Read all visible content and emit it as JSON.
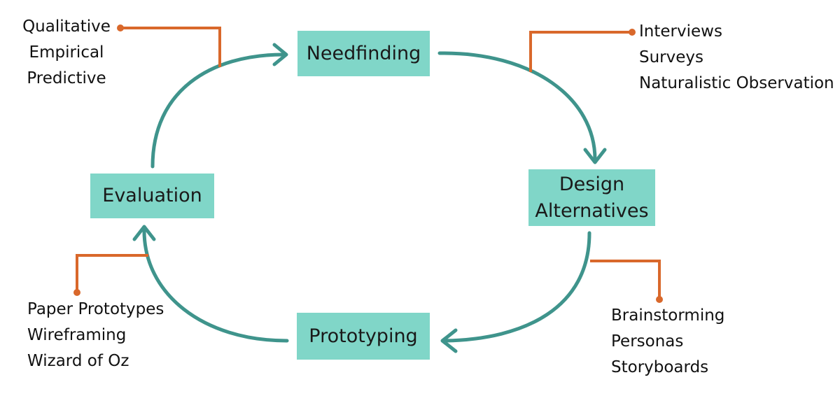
{
  "colors": {
    "box_fill": "#80d6c8",
    "cycle_arrow": "#3f948c",
    "connector": "#d9682b",
    "text": "#1a1a1a"
  },
  "stages": {
    "needfinding": "Needfinding",
    "design_alternatives": "Design\nAlternatives",
    "prototyping": "Prototyping",
    "evaluation": "Evaluation"
  },
  "methods": {
    "evaluation": [
      "Qualitative",
      "Empirical",
      "Predictive"
    ],
    "needfinding": [
      "Interviews",
      "Surveys",
      "Naturalistic Observation"
    ],
    "design_alternatives": [
      "Brainstorming",
      "Personas",
      "Storyboards"
    ],
    "prototyping": [
      "Paper Prototypes",
      "Wireframing",
      "Wizard of Oz"
    ]
  }
}
